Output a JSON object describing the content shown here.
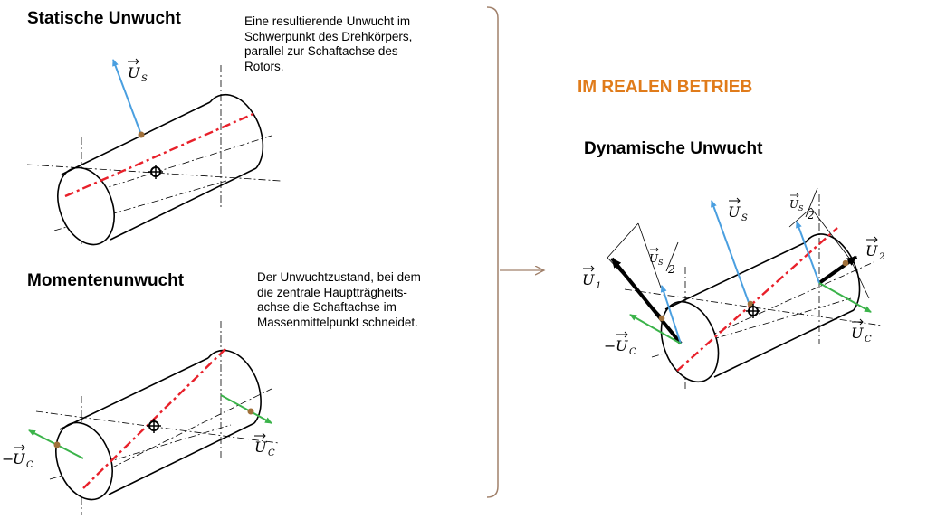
{
  "static": {
    "title": "Statische Unwucht",
    "desc_lines": [
      "Eine resultierende Unwucht im",
      "Schwerpunkt des Drehkörpers,",
      "parallel zur Schaftachse des",
      "Rotors."
    ]
  },
  "moment": {
    "title": "Momentenunwucht",
    "desc_lines": [
      "Der Unwuchtzustand,  bei dem",
      "die zentrale Hauptträgheits-",
      "achse die Schaftachse im",
      "Massenmittelpunkt schneidet."
    ]
  },
  "real": {
    "label": "IM REALEN BETRIEB",
    "title": "Dynamische Unwucht"
  },
  "labels": {
    "us_main": "U",
    "us_sub": "S",
    "uc": "U",
    "uc_sub": "C",
    "minus": "−",
    "u1_sub": "1",
    "u2_sub": "2",
    "half": "2"
  },
  "colors": {
    "red_axis": "#e8202a",
    "blue": "#4a9fe0",
    "green": "#3bb34a",
    "brown": "#a0703a",
    "orange": "#e07b1a",
    "bracket": "#a0806a"
  }
}
